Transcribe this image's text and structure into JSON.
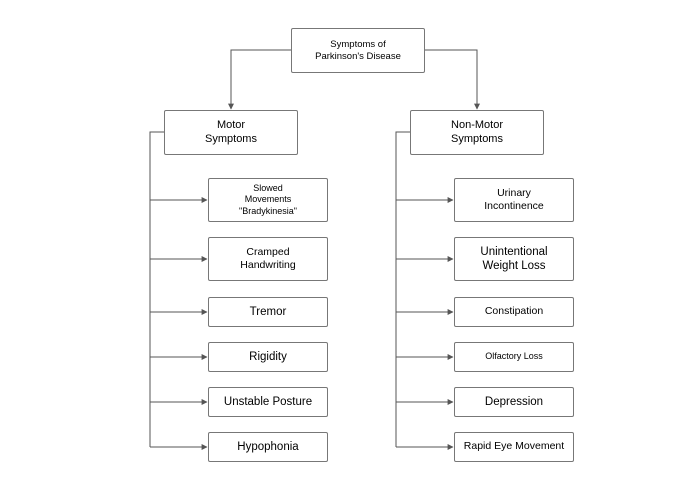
{
  "root": {
    "label": "Symptoms of\nParkinson's Disease"
  },
  "motor": {
    "label": "Motor\nSymptoms",
    "items": [
      "Slowed\nMovements\n\"Bradykinesia\"",
      "Cramped\nHandwriting",
      "Tremor",
      "Rigidity",
      "Unstable Posture",
      "Hypophonia"
    ]
  },
  "nonmotor": {
    "label": "Non-Motor\nSymptoms",
    "items": [
      "Urinary\nIncontinence",
      "Unintentional\nWeight Loss",
      "Constipation",
      "Olfactory Loss",
      "Depression",
      "Rapid Eye Movement"
    ]
  },
  "colors": {
    "line": "#555555",
    "border": "#777777"
  }
}
